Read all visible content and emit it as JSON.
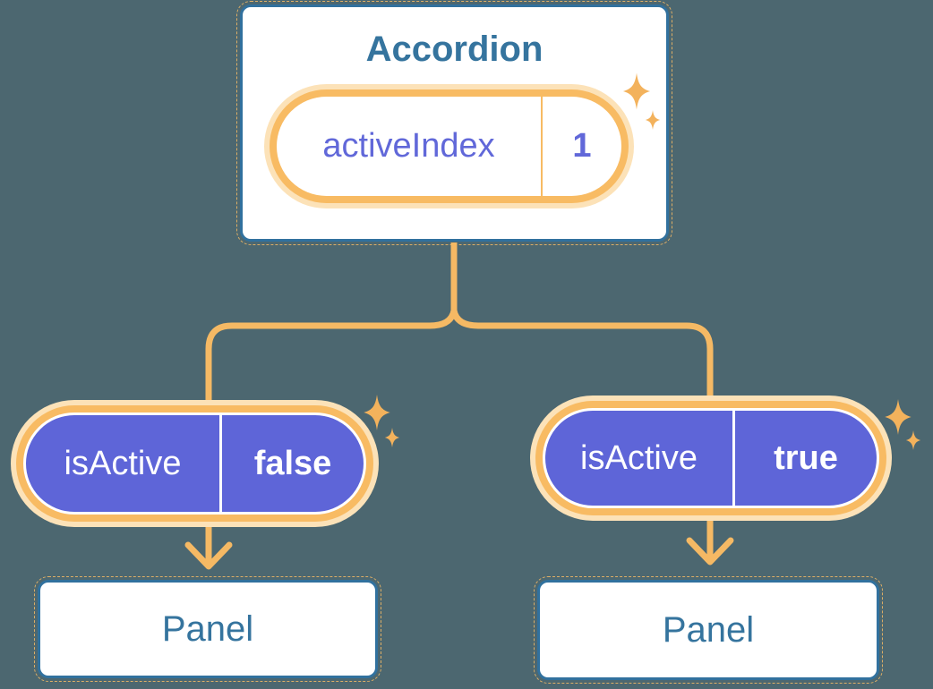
{
  "theme": {
    "bg": "#4C6770",
    "box-bg": "#FFFFFF",
    "box-border": "#31719E",
    "title-blue": "#35749E",
    "purple": "#5E65D8",
    "purple-text": "#6168D9",
    "gold": "#F8BB63",
    "gold-light": "#FCE2B8",
    "wire": "#F5B964",
    "sparkle": "#F3B25C"
  },
  "accordion": {
    "title": "Accordion",
    "state_pill": {
      "label": "activeIndex",
      "value": "1"
    }
  },
  "children": [
    {
      "prop_pill": {
        "label": "isActive",
        "value": "false"
      },
      "panel_title": "Panel"
    },
    {
      "prop_pill": {
        "label": "isActive",
        "value": "true"
      },
      "panel_title": "Panel"
    }
  ],
  "icons": {
    "sparkle": "four-point-star"
  }
}
